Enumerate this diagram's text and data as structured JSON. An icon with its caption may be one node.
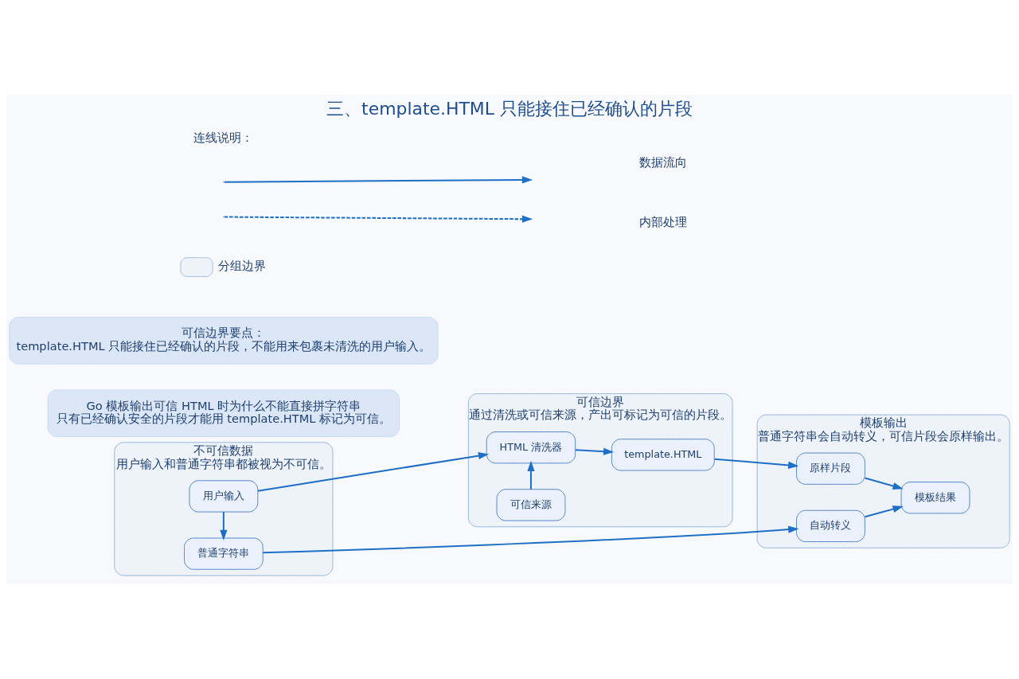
{
  "diagram": {
    "title": "三、template.HTML 只能接住已经确认的片段",
    "nodes": [
      {
        "text": [
          "不可信数据",
          "用户输入和普通字符串都被视为不可信。"
        ]
      },
      {
        "text": [
          "用户输入"
        ],
        "in": 0
      },
      {
        "text": [
          "普通字符串"
        ],
        "in": 0
      },
      {
        "text": [
          "可信边界",
          "通过清洗或可信来源，产出可标记为可信的片段。"
        ]
      },
      {
        "text": [
          "HTML 清洗器"
        ],
        "in": 3
      },
      {
        "text": [
          "template.HTML"
        ],
        "in": 3
      },
      {
        "text": [
          "可信来源"
        ],
        "in": 3
      },
      {
        "text": [
          "模板输出",
          "普通字符串会自动转义，可信片段会原样输出。"
        ]
      },
      {
        "text": [
          "原样片段"
        ],
        "in": 7
      },
      {
        "text": [
          "自动转义"
        ],
        "in": 7
      },
      {
        "text": [
          "模板结果"
        ],
        "in": 7
      },
      {
        "text": [
          "Go 模板输出可信 HTML 时为什么不能直接拼字符串",
          "只有已经确认安全的片段才能用 template.HTML 标记为可信。"
        ]
      },
      {
        "text": [
          "可信边界要点：",
          "template.HTML 只能接住已经确认的片段，不能用来包裹未清洗的用户输入。"
        ]
      }
    ],
    "edges": [
      {
        "from": 1,
        "to": 4,
        "arrow": "to"
      },
      {
        "from": 4,
        "to": 5,
        "arrow": "to"
      },
      {
        "from": 5,
        "to": 8,
        "arrow": "to"
      },
      {
        "from": 8,
        "to": 10,
        "arrow": "to"
      },
      {
        "from": 1,
        "to": 2,
        "arrow": "to"
      },
      {
        "from": 6,
        "to": 4,
        "arrow": "to"
      },
      {
        "from": 2,
        "to": 9,
        "arrow": "to"
      },
      {
        "from": 9,
        "to": 10,
        "arrow": "to"
      }
    ],
    "labels": [
      "连线说明："
    ],
    "legend": [
      {
        "text": "数据流向"
      },
      {
        "text": "内部处理"
      },
      {
        "text": "分组边界",
        "color": "#eef3fa"
      }
    ]
  }
}
